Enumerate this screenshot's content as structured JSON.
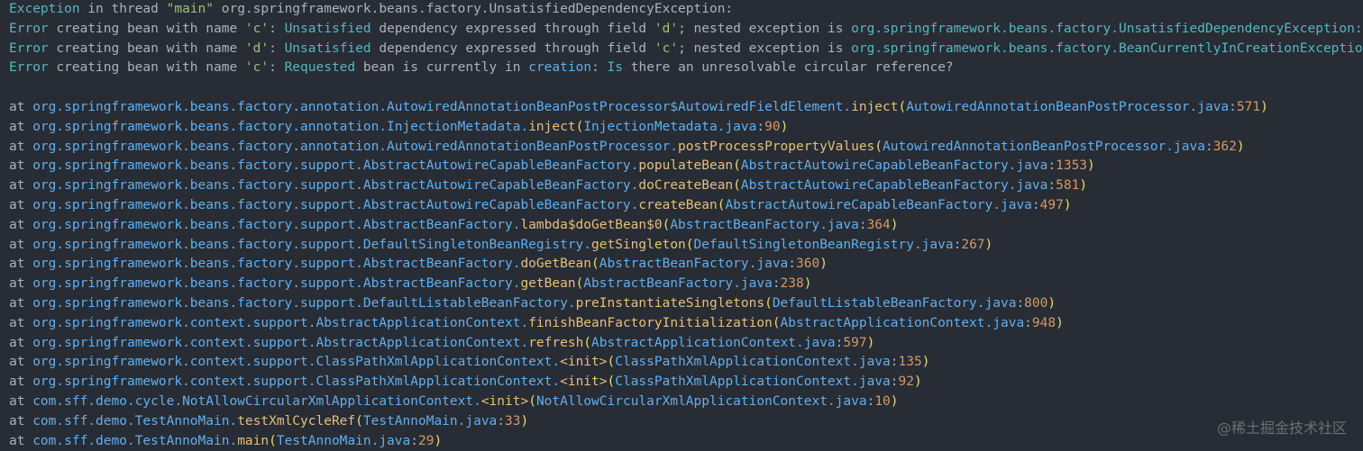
{
  "header": [
    [
      [
        "Exception",
        "teal"
      ],
      [
        " in thread ",
        "white"
      ],
      [
        "\"main\"",
        "str"
      ],
      [
        " org.springframework.beans.factory.UnsatisfiedDependencyException:",
        "white"
      ]
    ],
    [
      [
        "Error",
        "teal"
      ],
      [
        " creating bean with name ",
        "white"
      ],
      [
        "'c'",
        "str"
      ],
      [
        ": ",
        "white"
      ],
      [
        "Unsatisfied",
        "teal"
      ],
      [
        " dependency expressed through field ",
        "white"
      ],
      [
        "'d'",
        "str"
      ],
      [
        "; nested exception is ",
        "white"
      ],
      [
        "org.springframework.beans.factory.UnsatisfiedDependencyException:",
        "teal"
      ]
    ],
    [
      [
        "Error",
        "teal"
      ],
      [
        " creating bean with name ",
        "white"
      ],
      [
        "'d'",
        "str"
      ],
      [
        ": ",
        "white"
      ],
      [
        "Unsatisfied",
        "teal"
      ],
      [
        " dependency expressed through field ",
        "white"
      ],
      [
        "'c'",
        "str"
      ],
      [
        "; nested exception is ",
        "white"
      ],
      [
        "org.springframework.beans.factory.BeanCurrentlyInCreationException:",
        "teal"
      ]
    ],
    [
      [
        "Error",
        "teal"
      ],
      [
        " creating bean with name ",
        "white"
      ],
      [
        "'c'",
        "str"
      ],
      [
        ": ",
        "white"
      ],
      [
        "Requested",
        "teal"
      ],
      [
        " bean is currently in ",
        "white"
      ],
      [
        "creation",
        "blue"
      ],
      [
        ": ",
        "white"
      ],
      [
        "Is",
        "teal"
      ],
      [
        " there an unresolvable circular reference?",
        "white"
      ]
    ]
  ],
  "stack": [
    {
      "pkg": "org.springframework.beans.factory.annotation.AutowiredAnnotationBeanPostProcessor$AutowiredFieldElement.",
      "method": "inject",
      "file": "AutowiredAnnotationBeanPostProcessor.java",
      "line": "571"
    },
    {
      "pkg": "org.springframework.beans.factory.annotation.InjectionMetadata.",
      "method": "inject",
      "file": "InjectionMetadata.java",
      "line": "90"
    },
    {
      "pkg": "org.springframework.beans.factory.annotation.AutowiredAnnotationBeanPostProcessor.",
      "method": "postProcessPropertyValues",
      "file": "AutowiredAnnotationBeanPostProcessor.java",
      "line": "362"
    },
    {
      "pkg": "org.springframework.beans.factory.support.AbstractAutowireCapableBeanFactory.",
      "method": "populateBean",
      "file": "AbstractAutowireCapableBeanFactory.java",
      "line": "1353"
    },
    {
      "pkg": "org.springframework.beans.factory.support.AbstractAutowireCapableBeanFactory.",
      "method": "doCreateBean",
      "file": "AbstractAutowireCapableBeanFactory.java",
      "line": "581"
    },
    {
      "pkg": "org.springframework.beans.factory.support.AbstractAutowireCapableBeanFactory.",
      "method": "createBean",
      "file": "AbstractAutowireCapableBeanFactory.java",
      "line": "497"
    },
    {
      "pkg": "org.springframework.beans.factory.support.AbstractBeanFactory.",
      "method": "lambda$doGetBean$0",
      "file": "AbstractBeanFactory.java",
      "line": "364"
    },
    {
      "pkg": "org.springframework.beans.factory.support.DefaultSingletonBeanRegistry.",
      "method": "getSingleton",
      "file": "DefaultSingletonBeanRegistry.java",
      "line": "267"
    },
    {
      "pkg": "org.springframework.beans.factory.support.AbstractBeanFactory.",
      "method": "doGetBean",
      "file": "AbstractBeanFactory.java",
      "line": "360"
    },
    {
      "pkg": "org.springframework.beans.factory.support.AbstractBeanFactory.",
      "method": "getBean",
      "file": "AbstractBeanFactory.java",
      "line": "238"
    },
    {
      "pkg": "org.springframework.beans.factory.support.DefaultListableBeanFactory.",
      "method": "preInstantiateSingletons",
      "file": "DefaultListableBeanFactory.java",
      "line": "800"
    },
    {
      "pkg": "org.springframework.context.support.AbstractApplicationContext.",
      "method": "finishBeanFactoryInitialization",
      "file": "AbstractApplicationContext.java",
      "line": "948"
    },
    {
      "pkg": "org.springframework.context.support.AbstractApplicationContext.",
      "method": "refresh",
      "file": "AbstractApplicationContext.java",
      "line": "597"
    },
    {
      "pkg": "org.springframework.context.support.ClassPathXmlApplicationContext.",
      "method": "<init>",
      "file": "ClassPathXmlApplicationContext.java",
      "line": "135"
    },
    {
      "pkg": "org.springframework.context.support.ClassPathXmlApplicationContext.",
      "method": "<init>",
      "file": "ClassPathXmlApplicationContext.java",
      "line": "92"
    },
    {
      "pkg": "com.sff.demo.cycle.NotAllowCircularXmlApplicationContext.",
      "method": "<init>",
      "file": "NotAllowCircularXmlApplicationContext.java",
      "line": "10"
    },
    {
      "pkg": "com.sff.demo.TestAnnoMain.",
      "method": "testXmlCycleRef",
      "file": "TestAnnoMain.java",
      "line": "33"
    },
    {
      "pkg": "com.sff.demo.TestAnnoMain.",
      "method": "main",
      "file": "TestAnnoMain.java",
      "line": "29"
    }
  ],
  "watermark": "@稀土掘金技术社区",
  "colors": {
    "background": "#282c34",
    "teal": "#56b6c2",
    "string": "#98c379",
    "class": "#61afef",
    "method": "#e5c07b",
    "number": "#d19a66"
  }
}
